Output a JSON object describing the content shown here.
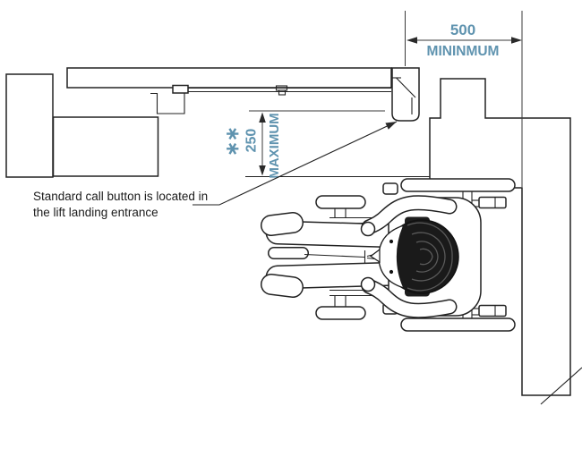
{
  "title": "Lift landing call button clearance plan",
  "colors": {
    "ink": "#222222",
    "dimension_accent": "#5f93af",
    "paper": "#ffffff"
  },
  "dim_width": {
    "value": "500",
    "label": "MININMUM"
  },
  "dim_height": {
    "stars": "∗∗",
    "value": "250",
    "label": "MAXIMUM"
  },
  "callout": {
    "line1": "Standard call button is located in",
    "line2": "the lift landing entrance"
  }
}
